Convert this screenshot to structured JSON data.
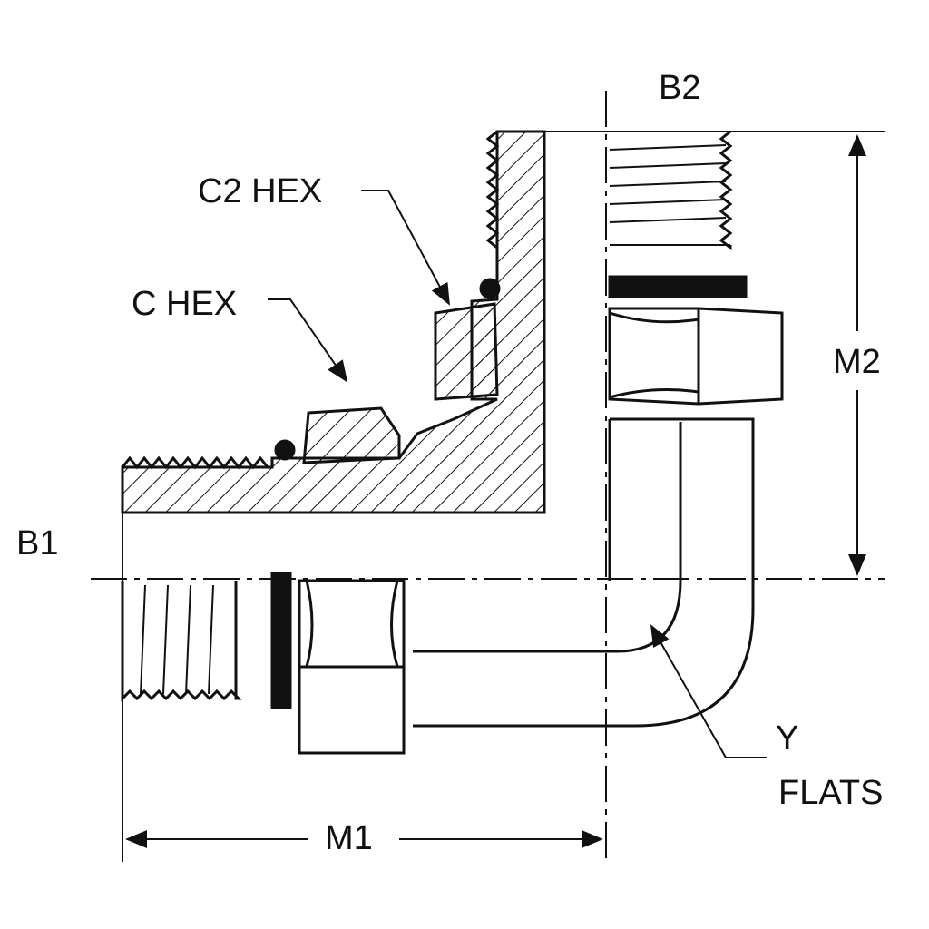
{
  "title": "90 degree elbow fitting dimension drawing",
  "labels": {
    "b2": "B2",
    "c2_hex": "C2 HEX",
    "c_hex": "C HEX",
    "m2": "M2",
    "b1": "B1",
    "y": "Y",
    "flats": "FLATS",
    "m1": "M1"
  },
  "colors": {
    "line": "#111111",
    "background": "#ffffff"
  }
}
